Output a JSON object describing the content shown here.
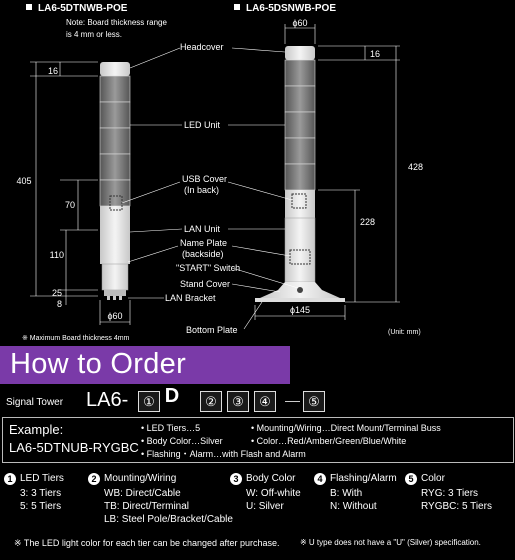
{
  "diagram": {
    "left_model": "LA6-5DTNWB-POE",
    "right_model": "LA6-5DSNWB-POE",
    "note_line1": "Note: Board thickness range",
    "note_line2": "is 4 mm or less.",
    "dims": {
      "top_16_left": "16",
      "overall_405": "405",
      "d70": "70",
      "d110": "110",
      "d25": "25",
      "d8": "8",
      "phi60_left": "ϕ60",
      "phi60_right": "ϕ60",
      "top_16_right": "16",
      "overall_428": "428",
      "d228": "228",
      "phi145": "ϕ145"
    },
    "labels": {
      "headcover": "Headcover",
      "led_unit": "LED Unit",
      "usb_line1": "USB Cover",
      "usb_line2": "(In back)",
      "lan_unit": "LAN Unit",
      "name_line1": "Name Plate",
      "name_line2": "(backside)",
      "start_switch": "\"START\" Switch",
      "stand_cover": "Stand Cover",
      "lan_bracket": "LAN Bracket",
      "bottom_plate": "Bottom Plate"
    },
    "max_board": "※ Maximum Board thickness 4mm",
    "unit": "(Unit: mm)"
  },
  "order": {
    "title": "How to Order",
    "signal_tower": "Signal Tower",
    "prefix": "LA6-",
    "box1": "①",
    "fixed_d": "D",
    "box2": "②",
    "box3": "③",
    "box4": "④",
    "box5": "⑤"
  },
  "example": {
    "label": "Example:",
    "code": "LA6-5DTNUB-RYGBC",
    "items_left": [
      "• LED Tiers…5",
      "• Body Color…Silver",
      "• Flashing・Alarm…with Flash and Alarm"
    ],
    "items_right": [
      "• Mounting/Wiring…Direct Mount/Terminal Buss",
      "• Color…Red/Amber/Green/Blue/White"
    ]
  },
  "options": [
    {
      "num": "1",
      "title": "LED Tiers",
      "lines": [
        "3: 3 Tiers",
        "5: 5 Tiers"
      ]
    },
    {
      "num": "2",
      "title": "Mounting/Wiring",
      "lines": [
        "WB: Direct/Cable",
        "TB: Direct/Terminal",
        "LB: Steel Pole/Bracket/Cable"
      ]
    },
    {
      "num": "3",
      "title": "Body Color",
      "lines": [
        "W: Off-white",
        "U: Silver"
      ]
    },
    {
      "num": "4",
      "title": "Flashing/Alarm",
      "lines": [
        "B: With",
        "N: Without"
      ]
    },
    {
      "num": "5",
      "title": "Color",
      "lines": [
        "RYG: 3 Tiers",
        "RYGBC: 5 Tiers"
      ]
    }
  ],
  "footnotes": {
    "left": "※ The LED light color for each tier can be changed after purchase.",
    "right": "※ U type does not have a \"U\" (Silver) specification."
  },
  "colors": {
    "banner": "#7a3aa8",
    "background": "#000000"
  }
}
